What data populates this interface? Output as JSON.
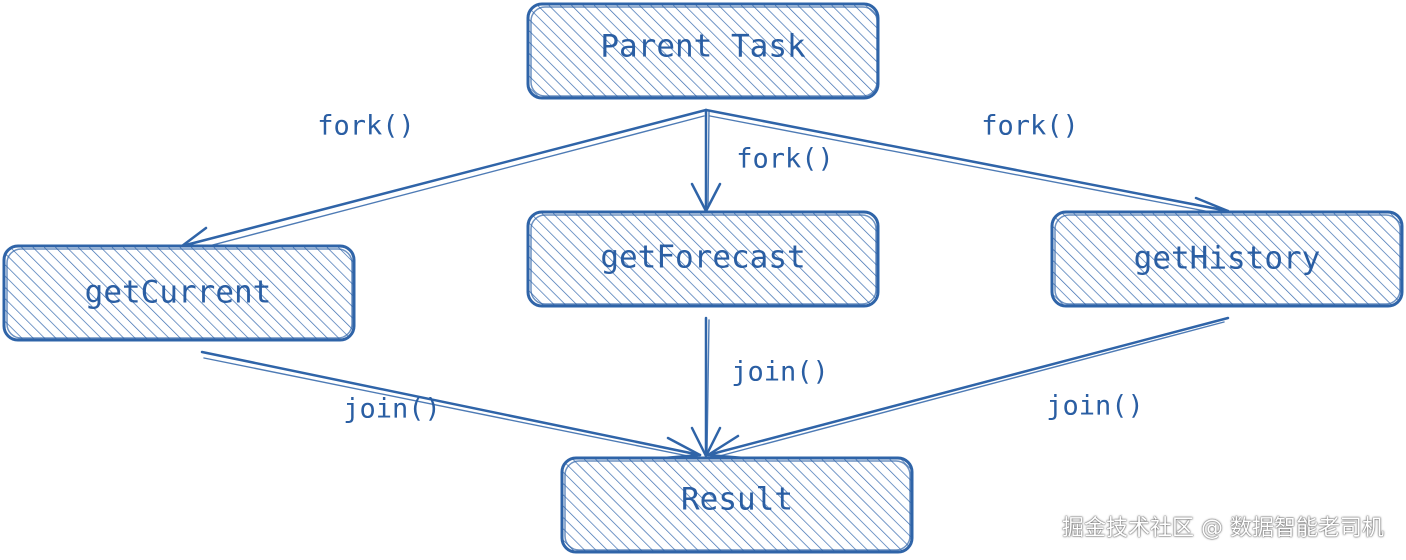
{
  "diagram": {
    "nodes": {
      "parent": {
        "label": "Parent Task"
      },
      "get_current": {
        "label": "getCurrent"
      },
      "get_forecast": {
        "label": "getForecast"
      },
      "get_history": {
        "label": "getHistory"
      },
      "result": {
        "label": "Result"
      }
    },
    "edges": {
      "fork_current": {
        "label": "fork()"
      },
      "fork_forecast": {
        "label": "fork()"
      },
      "fork_history": {
        "label": "fork()"
      },
      "join_current": {
        "label": "join()"
      },
      "join_forecast": {
        "label": "join()"
      },
      "join_history": {
        "label": "join()"
      }
    },
    "colors": {
      "stroke": "#2f64a8",
      "hatch": "#3a6db0",
      "background": "#ffffff"
    }
  },
  "watermark": {
    "text": "掘金技术社区 @ 数据智能老司机"
  }
}
